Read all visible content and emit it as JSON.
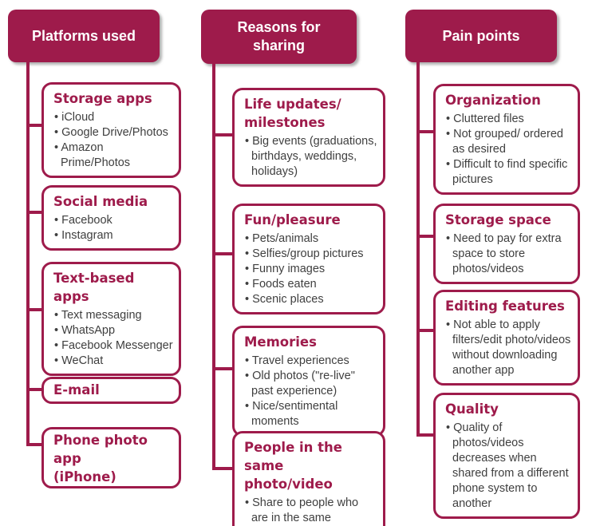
{
  "colors": {
    "accent": "#9E1B4B",
    "header_text": "#ffffff",
    "body_text": "#3F3F3F",
    "background": "#ffffff"
  },
  "columns": [
    {
      "header": "Platforms used",
      "boxes": [
        {
          "title": "Storage apps",
          "bullets": [
            "iCloud",
            "Google Drive/Photos",
            "Amazon Prime/Photos"
          ]
        },
        {
          "title": "Social media",
          "bullets": [
            "Facebook",
            "Instagram"
          ]
        },
        {
          "title": "Text-based apps",
          "bullets": [
            "Text messaging",
            "WhatsApp",
            "Facebook Messenger",
            "WeChat"
          ]
        },
        {
          "title": "E-mail",
          "bullets": []
        },
        {
          "title": "Phone photo app\n(iPhone)",
          "bullets": []
        }
      ]
    },
    {
      "header": "Reasons for\nsharing",
      "boxes": [
        {
          "title": "Life updates/\nmilestones",
          "bullets": [
            "Big events (graduations, birthdays, weddings, holidays)"
          ]
        },
        {
          "title": "Fun/pleasure",
          "bullets": [
            "Pets/animals",
            "Selfies/group pictures",
            "Funny images",
            "Foods eaten",
            "Scenic places"
          ]
        },
        {
          "title": "Memories",
          "bullets": [
            "Travel experiences",
            "Old photos (\"re-live\" past experience)",
            "Nice/sentimental moments"
          ]
        },
        {
          "title": "People in the same\nphoto/video",
          "bullets": [
            "Share to people who are in the same photos/videos"
          ]
        }
      ]
    },
    {
      "header": "Pain points",
      "boxes": [
        {
          "title": "Organization",
          "bullets": [
            "Cluttered files",
            "Not grouped/ ordered as desired",
            "Difficult to find specific pictures"
          ]
        },
        {
          "title": "Storage space",
          "bullets": [
            "Need to pay for extra space to store photos/videos"
          ]
        },
        {
          "title": "Editing features",
          "bullets": [
            "Not able to apply filters/edit photo/videos without downloading another app"
          ]
        },
        {
          "title": "Quality",
          "bullets": [
            "Quality of photos/videos decreases when shared from a different phone system to another"
          ]
        }
      ]
    }
  ]
}
